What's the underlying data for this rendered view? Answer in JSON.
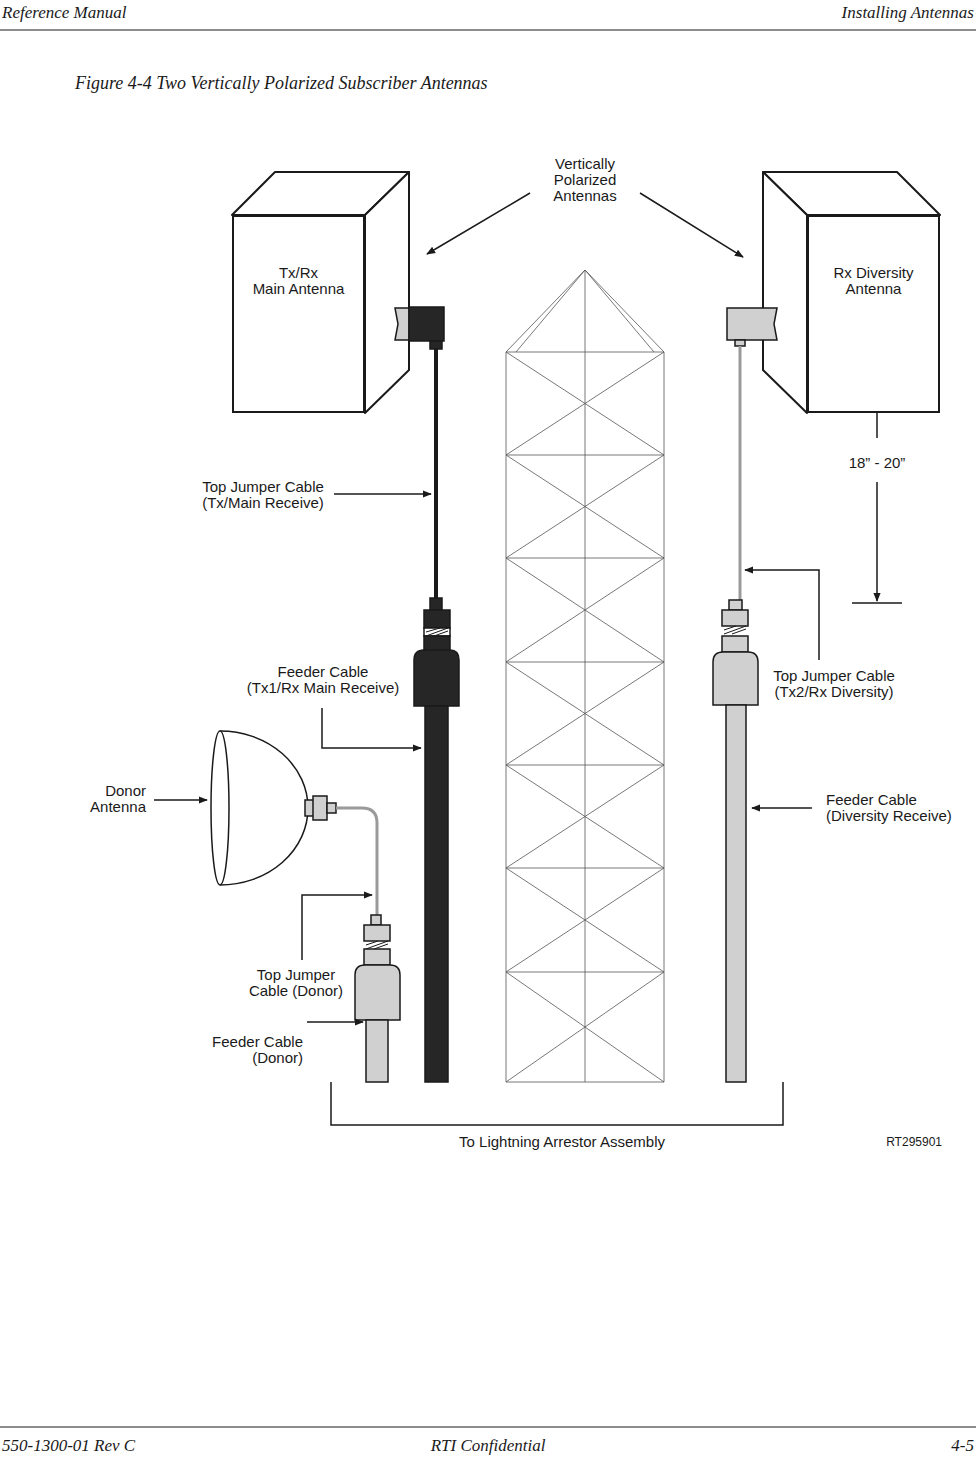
{
  "diagram": {
    "title": "Figure 4-4 Two Vertically Polarized Subscriber Antennas",
    "nodes": [
      {
        "text": [
          "Tx/Rx Main Antenna"
        ]
      },
      {
        "text": [
          "Rx Diversity Antenna"
        ]
      }
    ],
    "labels": [
      "Reference Manual",
      "Installing Antennas",
      "Vertically Polarized Antennas",
      "Top Jumper Cable (Tx/Main Receive)",
      "18” - 20”",
      "Feeder Cable (Tx1/Rx Main Receive)",
      "Top Jumper Cable (Tx2/Rx Diversity)",
      "Donor Antenna",
      "Feeder Cable (Diversity Receive)",
      "Top Jumper Cable (Donor)",
      "Feeder Cable (Donor)",
      "To Lightning Arrestor Assembly",
      "RT295901",
      "550-1300-01 Rev C",
      "RTI Confidential",
      "4-5"
    ]
  }
}
